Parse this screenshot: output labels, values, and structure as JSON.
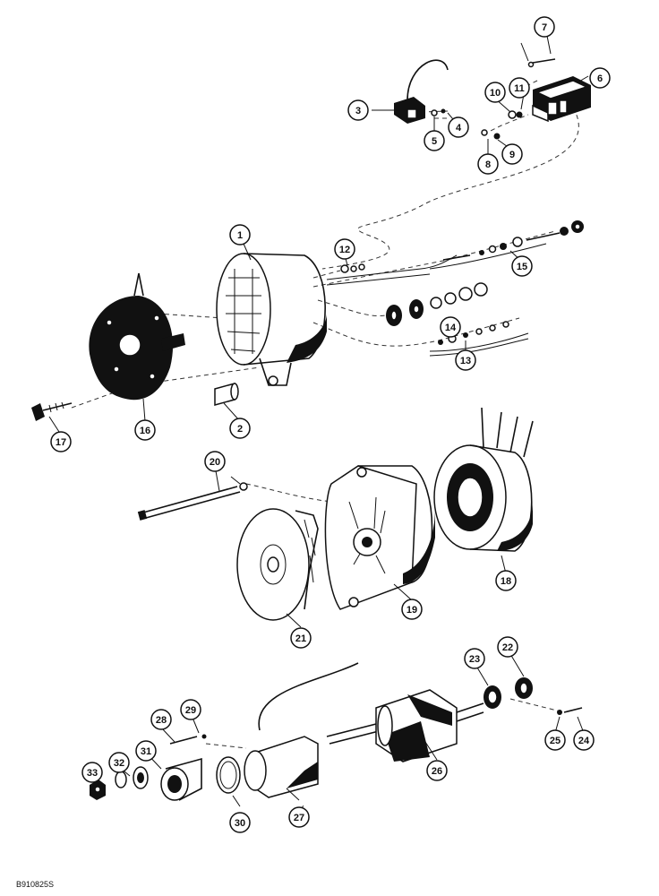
{
  "figure_id": "B910825S",
  "callouts": [
    "1",
    "2",
    "3",
    "4",
    "5",
    "6",
    "7",
    "8",
    "9",
    "10",
    "11",
    "12",
    "13",
    "14",
    "15",
    "16",
    "17",
    "18",
    "19",
    "20",
    "21",
    "22",
    "23",
    "24",
    "25",
    "26",
    "27",
    "28",
    "29",
    "30",
    "31",
    "32",
    "33"
  ]
}
